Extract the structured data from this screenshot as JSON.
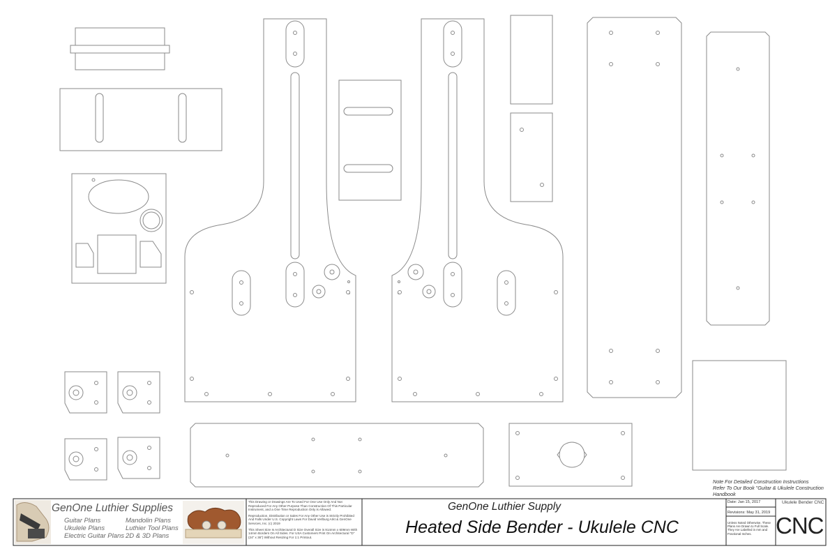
{
  "drawing": {
    "note": [
      "Note For Detailed Construction Instructions",
      "Refer To Our Book \"Guitar & Ukulele Construction",
      "Handbook"
    ]
  },
  "title_block": {
    "brand_name": "GenOne Luthier Supplies",
    "brand_col1": [
      "Guitar Plans",
      "Ukulele Plans",
      "Electric Guitar Plans"
    ],
    "brand_col2": [
      "Mandolin Plans",
      "Luthier Tool Plans",
      "2D & 3D Plans"
    ],
    "legal_1": "This Drawing or Drawings Are To Used For One Use Only And Not Reproduced For Any Other Purpose Than Construction Of This Particular Instrument, and a One Time Reproduction Only is Allowed.",
    "legal_2": "Reproduction, Distribution or Sales For Any Other Use is Strictly Prohibited And Falls Under U.S. Copyright Laws For David Verlburg Arkt & GenOne Services, Inc. (c) 2019",
    "legal_3": "This Sheet Size Is Architectural D Size Overall Size is 914mm x 609mm With 14mm Borders On All Sides. For USA Customers Print On Architectural \"D\" (24\" x 36\") Without Resizing For 1:1 Printout.",
    "company": "GenOne Luthier Supply",
    "title": "Heated Side Bender - Ukulele CNC",
    "date": "Date: Jan 15, 2017",
    "revisions": "Revisions: May 31, 2019",
    "units_note": "Unless Noted Otherwise, These Plans Are Drawn to Full Scale. They Are Labelled in mm and Fractional Inches.",
    "code_label": "Ukulele Bender CNC",
    "code": "CNC"
  }
}
